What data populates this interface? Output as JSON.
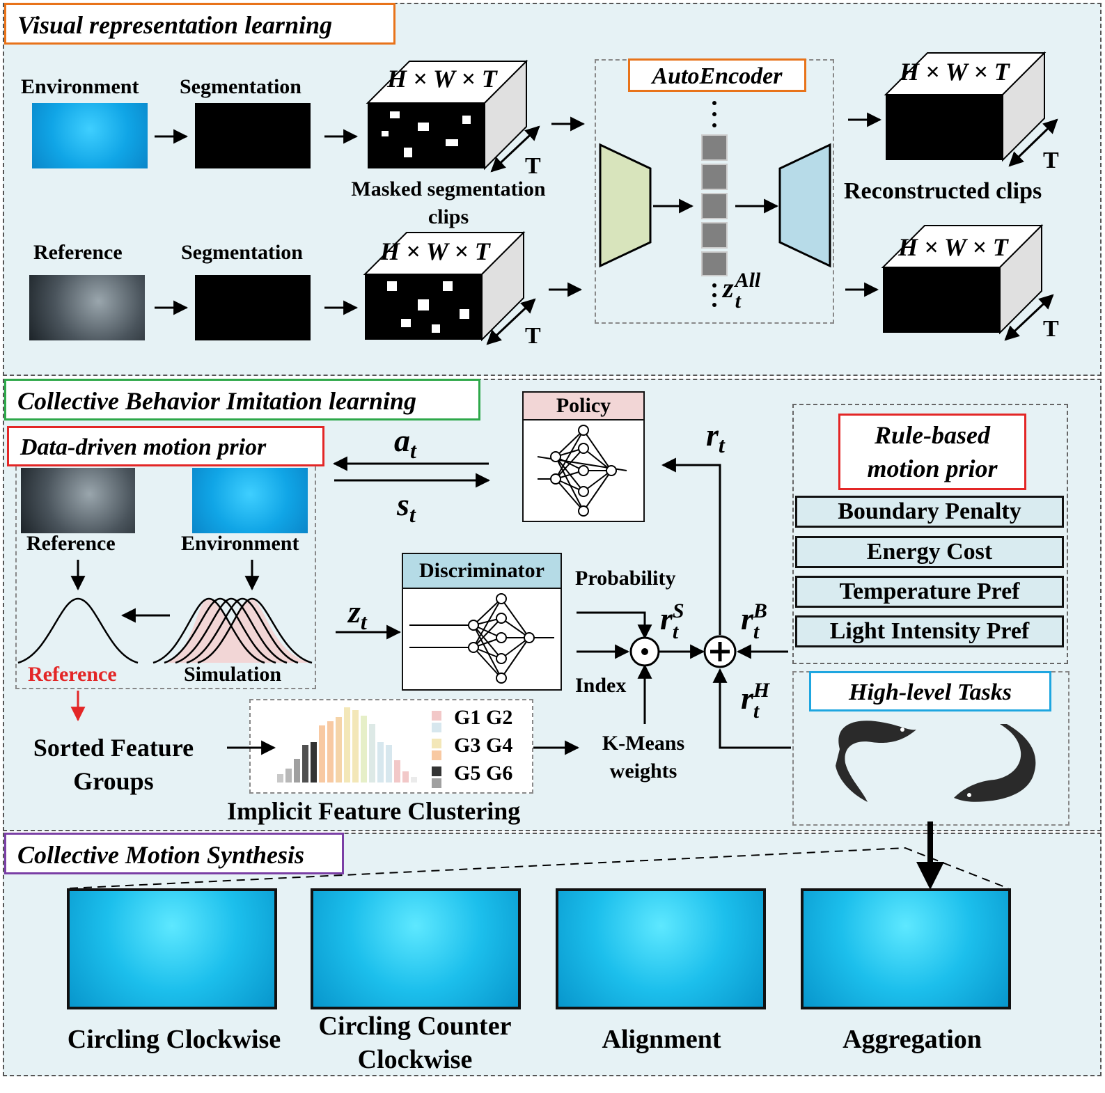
{
  "visual": {
    "title": "Visual  representation learning",
    "environment": "Environment",
    "segmentation_top": "Segmentation",
    "reference": "Reference",
    "segmentation_bottom": "Segmentation",
    "dims": "H × W × T",
    "t_label": "T",
    "masked_label": "Masked segmentation clips",
    "autoencoder": "AutoEncoder",
    "latent": "z",
    "latent_sup": "All",
    "latent_sub": "t",
    "reconstructed": "Reconstructed clips"
  },
  "imitation": {
    "title": "Collective Behavior Imitation learning",
    "data_prior": "Data-driven motion prior",
    "reference": "Reference",
    "environment": "Environment",
    "dist_reference": "Reference",
    "dist_simulation": "Simulation",
    "sorted_groups": "Sorted Feature Groups",
    "policy": "Policy",
    "action_main": "a",
    "action_sub": "t",
    "state_main": "s",
    "state_sub": "t",
    "reward_main": "r",
    "reward_sub": "t",
    "discriminator": "Discriminator",
    "z_main": "z",
    "z_sub": "t",
    "probability": "Probability",
    "index": "Index",
    "rs_main": "r",
    "rs_sup": "S",
    "rs_sub": "t",
    "rb_main": "r",
    "rb_sup": "B",
    "rb_sub": "t",
    "rh_main": "r",
    "rh_sup": "H",
    "rh_sub": "t",
    "kmeans": "K-Means weights",
    "clustering": "Implicit Feature Clustering",
    "legend": [
      "G1",
      "G2",
      "G3",
      "G4",
      "G5",
      "G6"
    ],
    "rule_prior": "Rule-based motion prior",
    "rules": [
      "Boundary Penalty",
      "Energy Cost",
      "Temperature Pref",
      "Light Intensity Pref"
    ],
    "high_level": "High-level Tasks"
  },
  "synthesis": {
    "title": "Collective Motion Synthesis",
    "items": [
      "Circling Clockwise",
      "Circling Counter Clockwise",
      "Alignment",
      "Aggregation"
    ]
  },
  "colors": {
    "panel_bg": "#e6f2f5",
    "orange": "#e8731a",
    "green": "#2ea84a",
    "red": "#e32626",
    "purple": "#7a3fa5",
    "cyan": "#1ea6e0",
    "policy_head": "#f2d6d6",
    "disc_head": "#b5dbe6"
  }
}
